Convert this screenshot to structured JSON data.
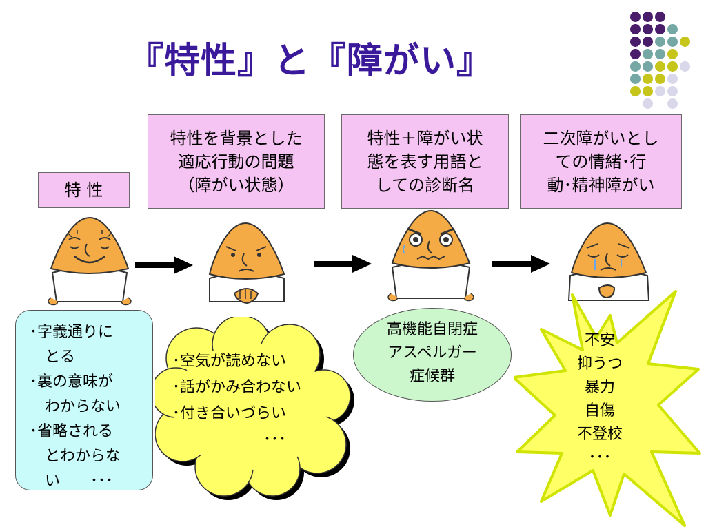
{
  "title": "『特性』と『障がい』",
  "boxes": {
    "trait": "特 性",
    "behavior": "特性を背景とした\n適応行動の問題\n（障がい状態）",
    "diagnosis": "特性＋障がい状\n態を表す用語と\nしての診断名",
    "secondary": "二次障がいとし\nての情緒･行\n動･精神障がい"
  },
  "trait_items": [
    "･字義通りに",
    "　とる",
    "･裏の意味が",
    "　わからない",
    "･省略される",
    "　とわからな",
    "　い　　･･･"
  ],
  "behavior_items": [
    "･空気が読めない",
    "･話がかみ合わない",
    "･付き合いづらい",
    "　　　　　　･･･"
  ],
  "diagnosis_items": [
    "高機能自閉症",
    "アスペルガー",
    "症候群"
  ],
  "secondary_items": [
    "不安",
    "抑うつ",
    "暴力",
    "自傷",
    "不登校",
    "･･･"
  ],
  "colors": {
    "title": "#3a1a9a",
    "box_fill": "#f6c4f3",
    "trait_fill": "#c9fbfb",
    "diagnosis_fill": "#ccf7cc",
    "behavior_fill": "#ffff66",
    "burst_fill": "#ffff66",
    "face": "#f5ab45",
    "dot_purple": "#4a1d6b",
    "dot_teal": "#75a8a4",
    "dot_olive": "#c6c51b",
    "dot_lavender": "#d8d8ea"
  },
  "icons": [
    "smiling-character-icon",
    "worried-character-icon",
    "angry-character-icon",
    "crying-character-icon",
    "right-arrow-icon"
  ]
}
